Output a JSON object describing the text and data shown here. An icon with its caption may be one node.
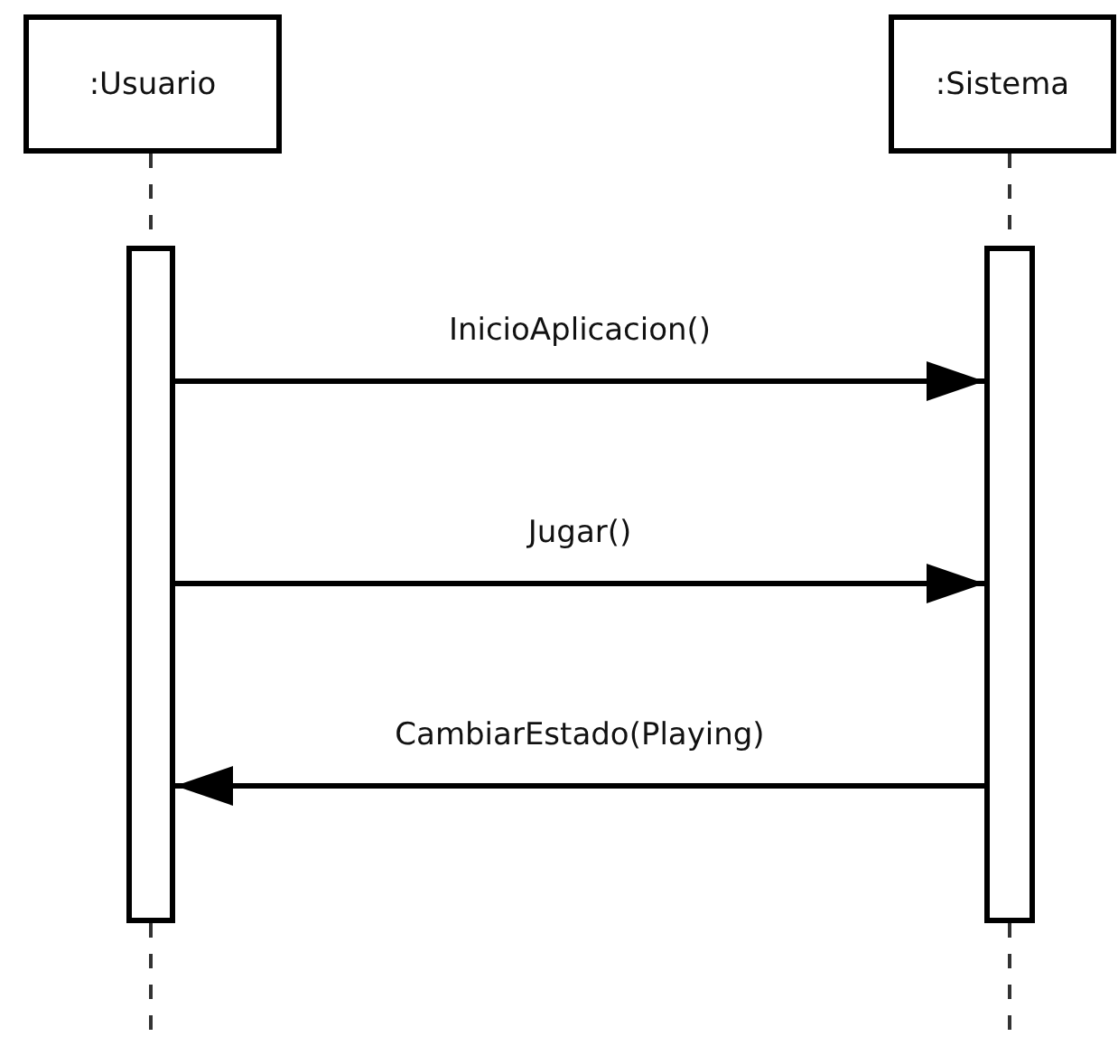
{
  "diagram": {
    "nodes": [
      {
        "text": [
          ":Usuario"
        ]
      },
      {
        "text": [
          ":Sistema"
        ]
      },
      {
        "text": [],
        "shape": "bar"
      },
      {
        "text": [],
        "shape": "bar"
      }
    ],
    "edges": [
      {
        "from": 0,
        "to": 2,
        "arrow": "none",
        "style": "dashed"
      },
      {
        "from": 1,
        "to": 3,
        "arrow": "none",
        "style": "dashed"
      },
      {
        "from": 2,
        "to": 3,
        "arrow": "to",
        "label": "InicioAplicacion()"
      },
      {
        "from": 2,
        "to": 3,
        "arrow": "to",
        "label": "Jugar()"
      },
      {
        "from": 3,
        "to": 2,
        "arrow": "to",
        "label": "CambiarEstado(Playing)"
      },
      {
        "from": 2,
        "to": null,
        "arrow": "none",
        "style": "dashed"
      },
      {
        "from": 3,
        "to": null,
        "arrow": "none",
        "style": "dashed"
      }
    ]
  }
}
